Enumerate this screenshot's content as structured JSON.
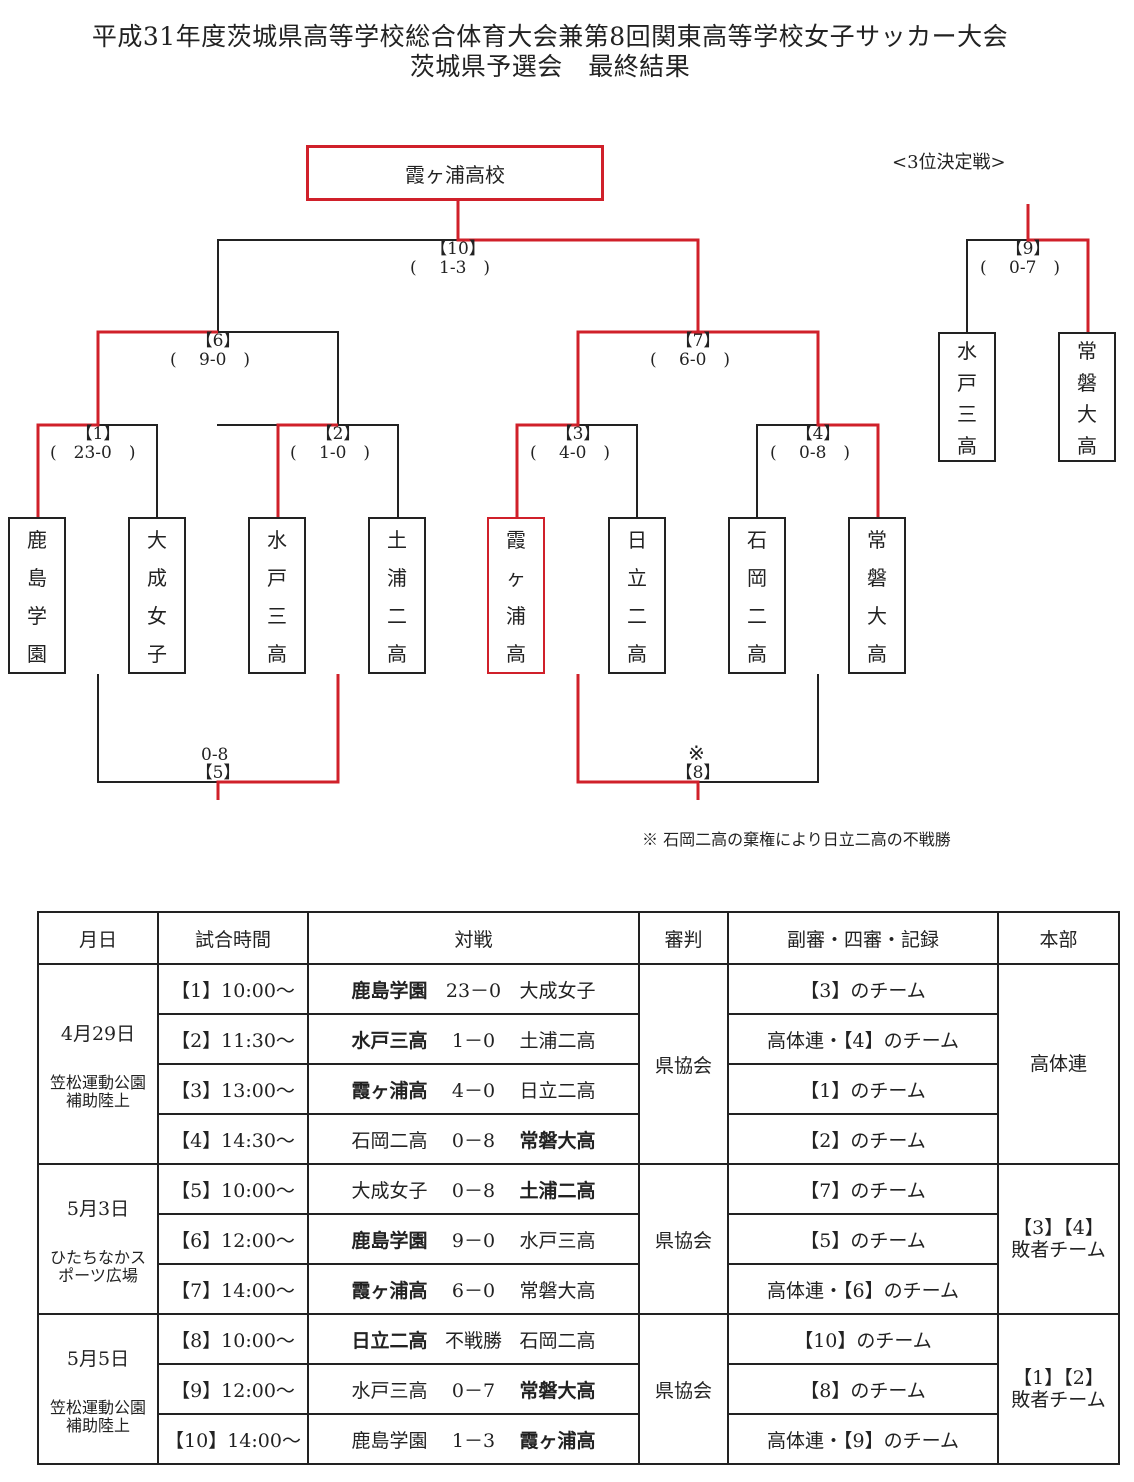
{
  "title": {
    "line1": "平成31年度茨城県高等学校総合体育大会兼第8回関東高等学校女子サッカー大会",
    "line2": "茨城県予選会　最終結果"
  },
  "bracket": {
    "champion": "霞ヶ浦高校",
    "third_place_label": "<3位決定戦>",
    "teams": [
      {
        "chars": [
          "鹿",
          "島",
          "学",
          "園"
        ]
      },
      {
        "chars": [
          "大",
          "成",
          "女",
          "子"
        ]
      },
      {
        "chars": [
          "水",
          "戸",
          "三",
          "高"
        ]
      },
      {
        "chars": [
          "土",
          "浦",
          "二",
          "高"
        ]
      },
      {
        "chars": [
          "霞",
          "ヶ",
          "浦",
          "高"
        ]
      },
      {
        "chars": [
          "日",
          "立",
          "二",
          "高"
        ]
      },
      {
        "chars": [
          "石",
          "岡",
          "二",
          "高"
        ]
      },
      {
        "chars": [
          "常",
          "磐",
          "大",
          "高"
        ]
      }
    ],
    "third_teams": [
      {
        "chars": [
          "水",
          "戸",
          "三",
          "高"
        ]
      },
      {
        "chars": [
          "常",
          "磐",
          "大",
          "高"
        ]
      }
    ],
    "matches": {
      "m1": {
        "num": "【1】",
        "score": "(　23-0　)"
      },
      "m2": {
        "num": "【2】",
        "score": "(　 1-0　)"
      },
      "m3": {
        "num": "【3】",
        "score": "(　 4-0　)"
      },
      "m4": {
        "num": "【4】",
        "score": "(　 0-8　)"
      },
      "m5": {
        "num": "【5】",
        "score": "0-8"
      },
      "m6": {
        "num": "【6】",
        "score": "(　 9-0　)"
      },
      "m7": {
        "num": "【7】",
        "score": "(　 6-0　)"
      },
      "m8": {
        "num": "【8】",
        "score": "※"
      },
      "m9": {
        "num": "【9】",
        "score": "(　 0-7　)"
      },
      "m10": {
        "num": "【10】",
        "score": "(　 1-3　)"
      }
    },
    "footnote": "※ 石岡二高の棄権により日立二高の不戦勝"
  },
  "schedule": {
    "headers": [
      "月日",
      "試合時間",
      "対戦",
      "審判",
      "副審・四審・記録",
      "本部"
    ],
    "days": [
      {
        "date": "4月29日",
        "venue": [
          "笠松運動公園",
          "補助陸上"
        ],
        "referee": "県協会",
        "hq": [
          "高体連"
        ]
      },
      {
        "date": "5月3日",
        "venue": [
          "ひたちなかス",
          "ポーツ広場"
        ],
        "referee": "県協会",
        "hq": [
          "【3】【4】",
          "敗者チーム"
        ]
      },
      {
        "date": "5月5日",
        "venue": [
          "笠松運動公園",
          "補助陸上"
        ],
        "referee": "県協会",
        "hq": [
          "【1】【2】",
          "敗者チーム"
        ]
      }
    ],
    "rows": [
      {
        "time": "【1】10:00～",
        "home": "鹿島学園",
        "score": "23－0",
        "away": "大成女子",
        "winner": "home",
        "assist": "【3】のチーム"
      },
      {
        "time": "【2】11:30～",
        "home": "水戸三高",
        "score": "1－0",
        "away": "土浦二高",
        "winner": "home",
        "assist": "高体連・【4】のチーム"
      },
      {
        "time": "【3】13:00～",
        "home": "霞ヶ浦高",
        "score": "4－0",
        "away": "日立二高",
        "winner": "home",
        "assist": "【1】のチーム"
      },
      {
        "time": "【4】14:30～",
        "home": "石岡二高",
        "score": "0－8",
        "away": "常磐大高",
        "winner": "away",
        "assist": "【2】のチーム"
      },
      {
        "time": "【5】10:00～",
        "home": "大成女子",
        "score": "0－8",
        "away": "土浦二高",
        "winner": "away",
        "assist": "【7】のチーム"
      },
      {
        "time": "【6】12:00～",
        "home": "鹿島学園",
        "score": "9－0",
        "away": "水戸三高",
        "winner": "home",
        "assist": "【5】のチーム"
      },
      {
        "time": "【7】14:00～",
        "home": "霞ヶ浦高",
        "score": "6－0",
        "away": "常磐大高",
        "winner": "home",
        "assist": "高体連・【6】のチーム"
      },
      {
        "time": "【8】10:00～",
        "home": "日立二高",
        "score": "不戦勝",
        "away": "石岡二高",
        "winner": "home",
        "assist": "【10】のチーム"
      },
      {
        "time": "【9】12:00～",
        "home": "水戸三高",
        "score": "0－7",
        "away": "常磐大高",
        "winner": "away",
        "assist": "【8】のチーム"
      },
      {
        "time": "【10】14:00～",
        "home": "鹿島学園",
        "score": "1－3",
        "away": "霞ヶ浦高",
        "winner": "away",
        "assist": "高体連・【9】のチーム"
      }
    ]
  },
  "colors": {
    "win_line": "#d0202a",
    "line": "#222222"
  }
}
